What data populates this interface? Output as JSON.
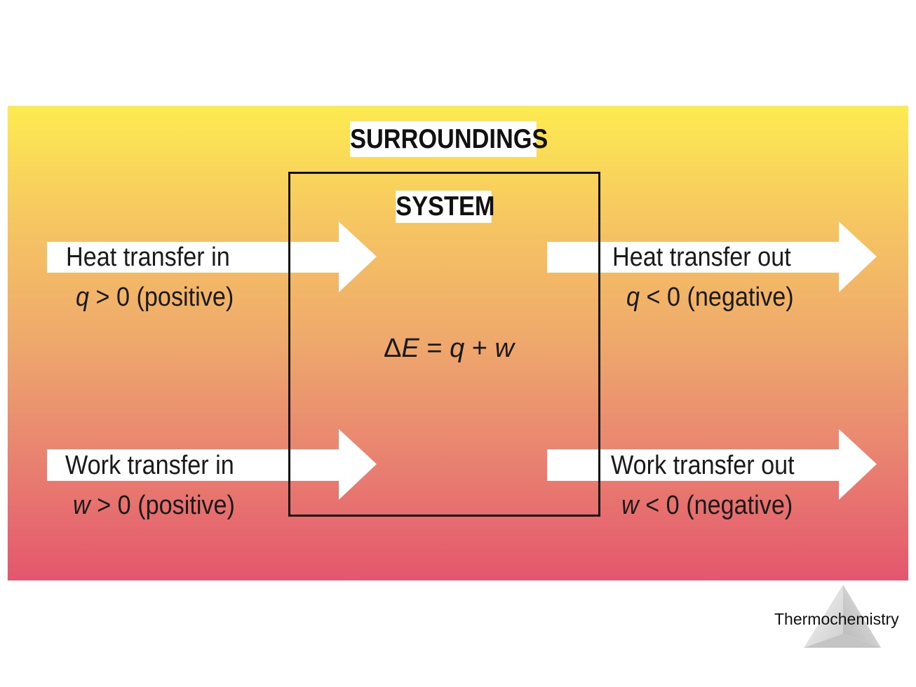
{
  "diagram": {
    "surroundings_label": "SURROUNDINGS",
    "system_label": "SYSTEM",
    "equation": {
      "delta": "Δ",
      "E": "E",
      "eq": " = ",
      "q": "q",
      "plus": " + ",
      "w": "w"
    },
    "heat_in": {
      "title": "Heat transfer in",
      "var": "q",
      "cond": " > 0 (positive)"
    },
    "work_in": {
      "title": "Work transfer in",
      "var": "w",
      "cond": " > 0 (positive)"
    },
    "heat_out": {
      "title": "Heat transfer out",
      "var": "q",
      "cond": " < 0 (negative)"
    },
    "work_out": {
      "title": "Work transfer out",
      "var": "w",
      "cond": " < 0 (negative)"
    },
    "colors": {
      "gradient_top": "#fdeb50",
      "gradient_bottom": "#e4566e",
      "arrow_fill": "#ffffff",
      "box_stroke": "#111111"
    }
  },
  "footer": {
    "label": "Thermochemistry",
    "mark_icon": "pyramid-icon"
  }
}
